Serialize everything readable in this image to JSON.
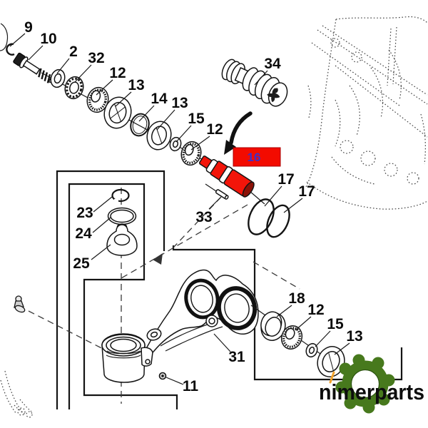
{
  "diagram": {
    "type": "exploded-parts-diagram",
    "part_labels": [
      {
        "num": "9"
      },
      {
        "num": "10"
      },
      {
        "num": "2"
      },
      {
        "num": "32"
      },
      {
        "num": "12"
      },
      {
        "num": "13"
      },
      {
        "num": "14"
      },
      {
        "num": "13"
      },
      {
        "num": "15"
      },
      {
        "num": "12"
      },
      {
        "num": "34"
      },
      {
        "num": "33"
      },
      {
        "num": "17"
      },
      {
        "num": "17"
      },
      {
        "num": "23"
      },
      {
        "num": "24"
      },
      {
        "num": "25"
      },
      {
        "num": "31"
      },
      {
        "num": "11"
      },
      {
        "num": "18"
      },
      {
        "num": "12"
      },
      {
        "num": "15"
      },
      {
        "num": "13"
      }
    ],
    "highlighted_part": {
      "num": "16",
      "box_color": "#f30b00",
      "text_color": "#4030c8",
      "part_fill": "#f3150a"
    },
    "watermark": {
      "text": "nimerparts",
      "gear_color": "#47791d",
      "gear_edge_color": "#2c5410",
      "text_color": "#0d0d0d",
      "accent_color": "#f2a22b"
    },
    "colors": {
      "background": "#ffffff",
      "line": "#1a1a1a"
    }
  }
}
